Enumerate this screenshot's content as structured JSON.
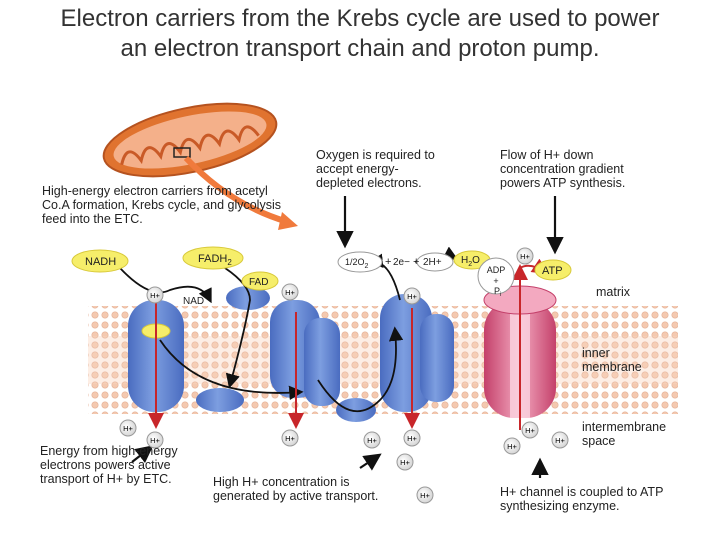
{
  "title_line1": "Electron carriers from the Krebs cycle are used to power",
  "title_line2": "an electron transport chain and proton pump.",
  "labels": {
    "high_energy_carriers": "High-energy electron carriers from acetyl Co.A formation, Krebs cycle, and glycolysis feed into the ETC.",
    "oxygen_required": "Oxygen is required to accept energy-depleted electrons.",
    "flow_h": "Flow of H+ down concentration gradient powers ATP synthesis.",
    "matrix": "matrix",
    "inner_membrane": "inner membrane",
    "intermembrane_space": "intermembrane space",
    "energy_from": "Energy from high-energy electrons powers active transport of H+ by ETC.",
    "high_h_concentration": "High H+ concentration is generated by active transport.",
    "h_channel": "H+ channel is coupled to ATP synthesizing enzyme."
  },
  "molecules": {
    "nadh": "NADH",
    "fadh2": "FADH",
    "fadh2_sub": "2",
    "fad": "FAD",
    "nad": "NAD",
    "half_o2": "1/2O",
    "half_o2_sub": "2",
    "plus1": "+",
    "two_e": "2e−",
    "plus2": "+",
    "two_h": "2H+",
    "h2o_h": "H",
    "h2o_sub": "2",
    "h2o_o": "O",
    "adp_line1": "ADP",
    "adp_line2": "+",
    "adp_line3": "P",
    "adp_sub": "i",
    "atp": "ATP",
    "h_ion": "H+"
  },
  "colors": {
    "membrane_dots": "#f4c9b0",
    "protein": "#6d8fd8",
    "protein_dark": "#4a6cc0",
    "atp_synthase": "#d85a7e",
    "atp_synthase_light": "#f3a9c0",
    "yellow_carrier": "#f6ee6a",
    "arrow_red": "#c8262a",
    "arrow_orange": "#f07a3c",
    "mito_outer": "#e0732f"
  }
}
